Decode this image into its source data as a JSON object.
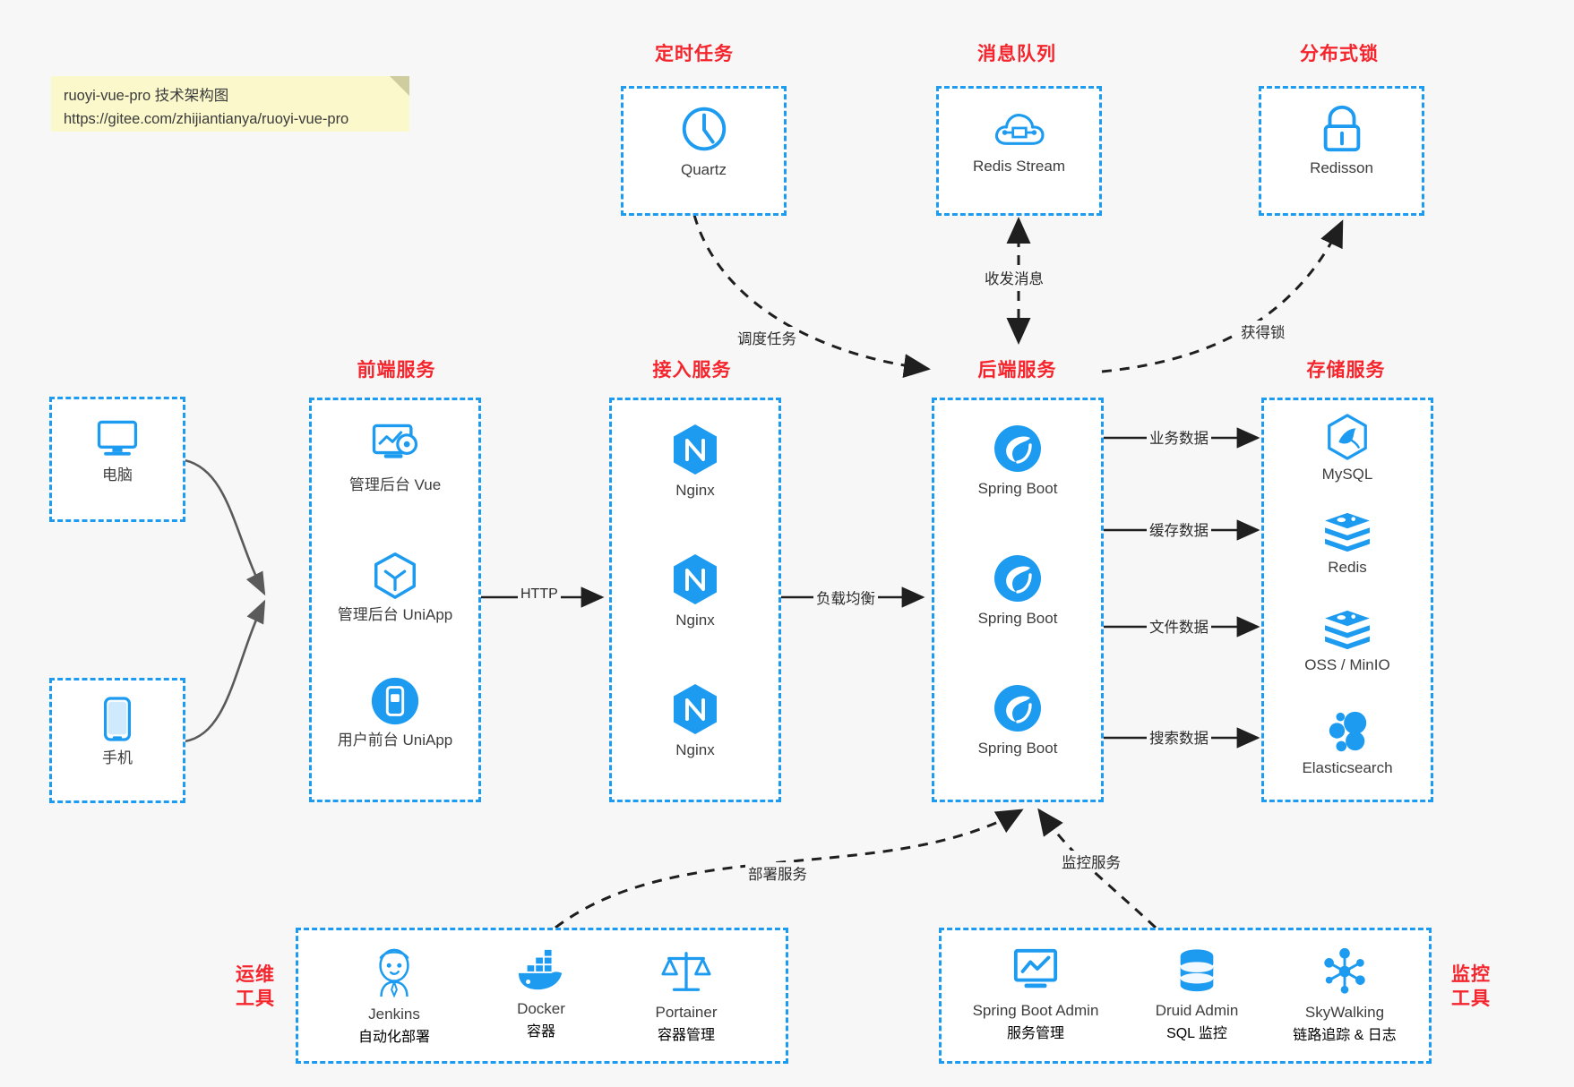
{
  "note": {
    "line1": "ruoyi-vue-pro 技术架构图",
    "line2": "https://gitee.com/zhijiantianya/ruoyi-vue-pro"
  },
  "colors": {
    "accent": "#1d9bf0",
    "title_red": "#f5252d",
    "background": "#f7f7f7",
    "note_bg": "#fbf8cc",
    "arrow_gray": "#5a5a5a",
    "arrow_black": "#222222"
  },
  "groups": {
    "scheduler": {
      "title": "定时任务",
      "nodes": [
        {
          "label": "Quartz",
          "icon": "clock-icon"
        }
      ]
    },
    "mq": {
      "title": "消息队列",
      "nodes": [
        {
          "label": "Redis Stream",
          "icon": "cloud-stream-icon"
        }
      ]
    },
    "lock": {
      "title": "分布式锁",
      "nodes": [
        {
          "label": "Redisson",
          "icon": "lock-icon"
        }
      ]
    },
    "clients": {
      "nodes": [
        {
          "label": "电脑",
          "icon": "desktop-icon"
        },
        {
          "label": "手机",
          "icon": "phone-icon"
        }
      ]
    },
    "frontend": {
      "title": "前端服务",
      "nodes": [
        {
          "label": "管理后台 Vue",
          "icon": "dashboard-icon"
        },
        {
          "label": "管理后台 UniApp",
          "icon": "cube-icon"
        },
        {
          "label": "用户前台 UniApp",
          "icon": "mobile-app-icon"
        }
      ]
    },
    "gateway": {
      "title": "接入服务",
      "nodes": [
        {
          "label": "Nginx",
          "icon": "nginx-icon"
        },
        {
          "label": "Nginx",
          "icon": "nginx-icon"
        },
        {
          "label": "Nginx",
          "icon": "nginx-icon"
        }
      ]
    },
    "backend": {
      "title": "后端服务",
      "nodes": [
        {
          "label": "Spring Boot",
          "icon": "spring-icon"
        },
        {
          "label": "Spring Boot",
          "icon": "spring-icon"
        },
        {
          "label": "Spring Boot",
          "icon": "spring-icon"
        }
      ]
    },
    "storage": {
      "title": "存储服务",
      "nodes": [
        {
          "label": "MySQL",
          "icon": "mysql-icon"
        },
        {
          "label": "Redis",
          "icon": "redis-icon"
        },
        {
          "label": "OSS / MinIO",
          "icon": "oss-icon"
        },
        {
          "label": "Elasticsearch",
          "icon": "elasticsearch-icon"
        }
      ]
    },
    "devops": {
      "title_line1": "运维",
      "title_line2": "工具",
      "nodes": [
        {
          "label": "Jenkins",
          "sub": "自动化部署",
          "icon": "jenkins-icon"
        },
        {
          "label": "Docker",
          "sub": "容器",
          "icon": "docker-icon"
        },
        {
          "label": "Portainer",
          "sub": "容器管理",
          "icon": "portainer-icon"
        }
      ]
    },
    "monitor": {
      "title_line1": "监控",
      "title_line2": "工具",
      "nodes": [
        {
          "label": "Spring Boot Admin",
          "sub": "服务管理",
          "icon": "monitor-chart-icon"
        },
        {
          "label": "Druid Admin",
          "sub": "SQL 监控",
          "icon": "database-icon"
        },
        {
          "label": "SkyWalking",
          "sub": "链路追踪 & 日志",
          "icon": "skywalking-icon"
        }
      ]
    }
  },
  "edges": [
    {
      "id": "http",
      "label": "HTTP"
    },
    {
      "id": "lb",
      "label": "负载均衡"
    },
    {
      "id": "schedule",
      "label": "调度任务"
    },
    {
      "id": "mq-msg",
      "label": "收发消息"
    },
    {
      "id": "get-lock",
      "label": "获得锁"
    },
    {
      "id": "biz-data",
      "label": "业务数据"
    },
    {
      "id": "cache-data",
      "label": "缓存数据"
    },
    {
      "id": "file-data",
      "label": "文件数据"
    },
    {
      "id": "search-data",
      "label": "搜索数据"
    },
    {
      "id": "deploy",
      "label": "部署服务"
    },
    {
      "id": "observe",
      "label": "监控服务"
    }
  ]
}
